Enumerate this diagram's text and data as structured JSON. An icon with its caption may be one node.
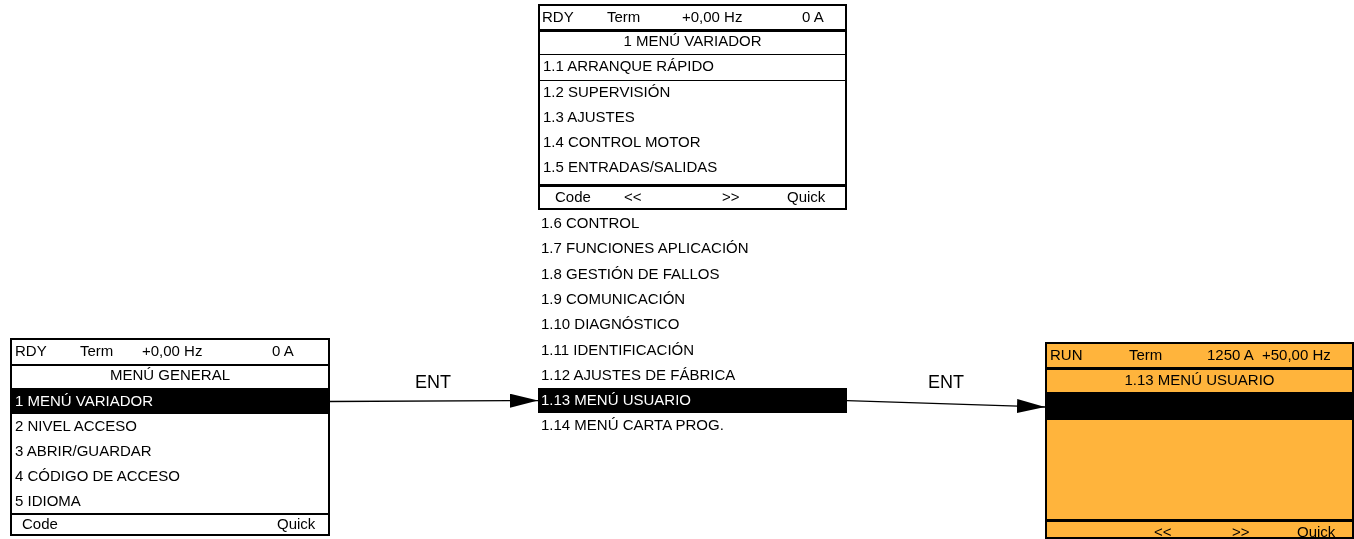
{
  "diagram": {
    "nodes": [
      {
        "text": [
          "RDY",
          "Term",
          "+0,00 Hz",
          "0 A",
          "MENÚ GENERAL",
          "Code",
          "Quick"
        ]
      },
      {
        "text": [
          "1 MENÚ VARIADOR"
        ],
        "in": 0
      },
      {
        "text": [
          "2 NIVEL ACCESO"
        ],
        "in": 0
      },
      {
        "text": [
          "3 ABRIR/GUARDAR"
        ],
        "in": 0
      },
      {
        "text": [
          "4 CÓDIGO DE ACCESO"
        ],
        "in": 0
      },
      {
        "text": [
          "5 IDIOMA"
        ],
        "in": 0
      },
      {
        "text": [
          "RDY",
          "Term",
          "+0,00 Hz",
          "0 A",
          "1 MENÚ VARIADOR",
          "Code",
          "<<",
          ">>",
          "Quick"
        ]
      },
      {
        "text": [
          "1.1 ARRANQUE RÁPIDO"
        ],
        "in": 6
      },
      {
        "text": [
          "1.2 SUPERVISIÓN"
        ],
        "in": 6
      },
      {
        "text": [
          "1.3 AJUSTES"
        ],
        "in": 6
      },
      {
        "text": [
          "1.4 CONTROL MOTOR"
        ],
        "in": 6
      },
      {
        "text": [
          "1.5 ENTRADAS/SALIDAS"
        ],
        "in": 6
      },
      {
        "text": [
          "1.6 CONTROL"
        ]
      },
      {
        "text": [
          "1.7 FUNCIONES APLICACIÓN"
        ]
      },
      {
        "text": [
          "1.8 GESTIÓN DE FALLOS"
        ]
      },
      {
        "text": [
          "1.9 COMUNICACIÓN"
        ]
      },
      {
        "text": [
          "1.10 DIAGNÓSTICO"
        ]
      },
      {
        "text": [
          "1.11 IDENTIFICACIÓN"
        ]
      },
      {
        "text": [
          "1.12 AJUSTES DE FÁBRICA"
        ]
      },
      {
        "text": [
          "1.13 MENÚ USUARIO"
        ]
      },
      {
        "text": [
          "1.14 MENÚ CARTA PROG."
        ]
      },
      {
        "text": [
          "RUN",
          "Term",
          "1250 A",
          "+50,00 Hz",
          "1.13 MENÚ USUARIO",
          "<<",
          ">>",
          "Quick"
        ]
      },
      {
        "text": [],
        "shape": "bar",
        "in": 21
      }
    ],
    "edges": [
      {
        "from": 1,
        "to": 19,
        "arrow": "to",
        "label": "ENT"
      },
      {
        "from": 19,
        "to": 22,
        "arrow": "to",
        "label": "ENT"
      }
    ]
  }
}
